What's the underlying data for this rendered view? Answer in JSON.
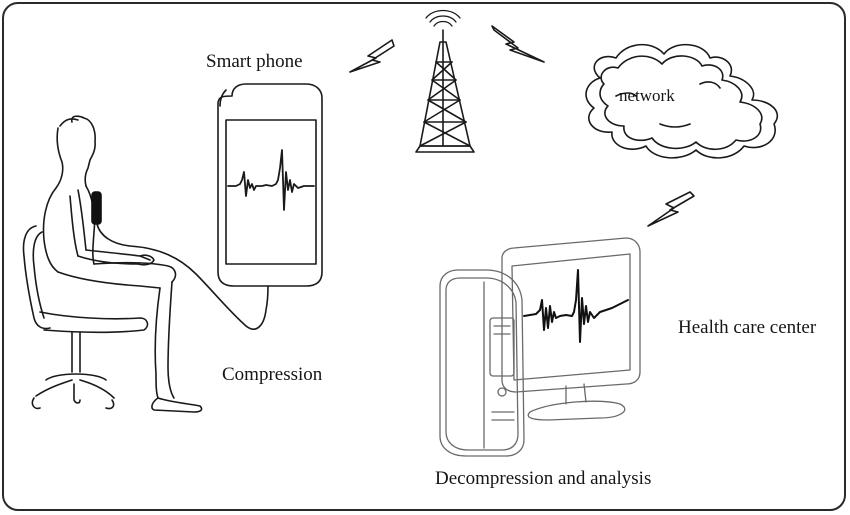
{
  "labels": {
    "smart_phone": "Smart phone",
    "network": "network",
    "health_care_center": "Health care center",
    "compression": "Compression",
    "decompression_analysis": "Decompression and analysis"
  },
  "icons": [
    "seated-person-icon",
    "chair-icon",
    "ecg-sensor-icon",
    "smartphone-icon",
    "antenna-tower-icon",
    "wireless-signal-icon",
    "lightning-bolt-icon",
    "cloud-icon",
    "computer-tower-icon",
    "monitor-icon",
    "ecg-waveform-icon"
  ],
  "colors": {
    "ink": "#151515",
    "light_ink": "#7a7a7a",
    "frame": "#2a2a2a",
    "background": "#ffffff"
  }
}
